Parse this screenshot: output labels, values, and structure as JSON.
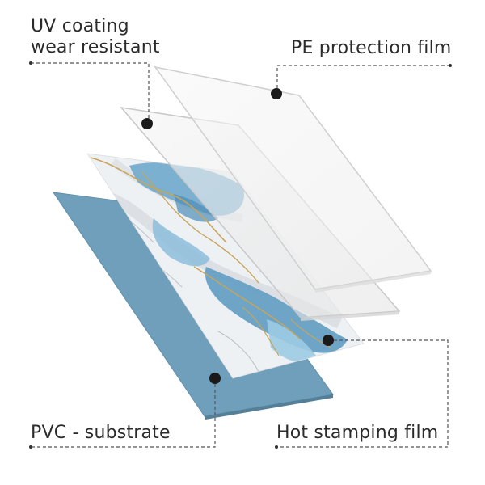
{
  "labels": {
    "uv_coating": "UV coating",
    "wear_resistant": "wear resistant",
    "pe_film": "PE protection film",
    "pvc_substrate": "PVC - substrate",
    "hot_stamping": "Hot stamping film"
  },
  "colors": {
    "substrate": "#6f9fba",
    "marble_white": "#eef1f3",
    "marble_blue": "#6fa9cc",
    "marble_gold": "#c8a45a",
    "film": "#ececec",
    "text": "#2b2b2b"
  }
}
